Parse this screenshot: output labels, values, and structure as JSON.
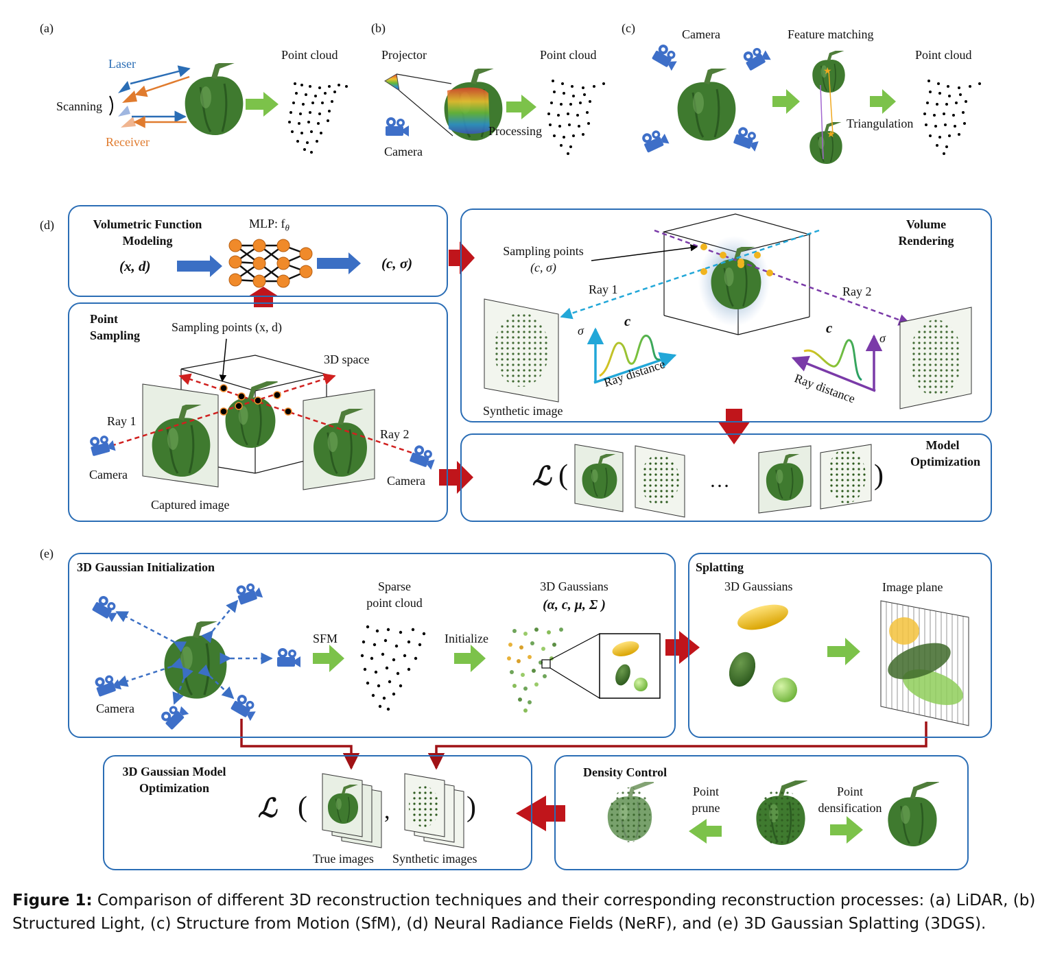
{
  "colors": {
    "box_border": "#2a6db5",
    "green_arrow": "#7cc24a",
    "red_arrow": "#c0151b",
    "blue_arrow": "#3b6fc4",
    "camera": "#3e6fc8",
    "node": "#f08a2a",
    "laser": "#2a6db5",
    "receiver": "#e07b2e",
    "pepper": "#3f7a2f"
  },
  "panel_a": {
    "label": "(a)",
    "laser": "Laser",
    "scanning": "Scanning",
    "receiver": "Receiver",
    "point_cloud": "Point cloud"
  },
  "panel_b": {
    "label": "(b)",
    "projector": "Projector",
    "camera": "Camera",
    "processing": "Processing",
    "point_cloud": "Point cloud"
  },
  "panel_c": {
    "label": "(c)",
    "camera": "Camera",
    "feature_matching": "Feature matching",
    "triangulation": "Triangulation",
    "point_cloud": "Point cloud"
  },
  "panel_d": {
    "label": "(d)",
    "vfm_title_1": "Volumetric Function",
    "vfm_title_2": "Modeling",
    "mlp": "MLP: f",
    "mlp_sub": "θ",
    "input": "(x, d)",
    "output": "(c, σ)",
    "ps_title_1": "Point",
    "ps_title_2": "Sampling",
    "sampling_points_xd": "Sampling points (x, d)",
    "space": "3D space",
    "ray1": "Ray 1",
    "ray2": "Ray 2",
    "camera": "Camera",
    "captured_image": "Captured image",
    "vr_title_1": "Volume",
    "vr_title_2": "Rendering",
    "sampling_points_cs_1": "Sampling points",
    "sampling_points_cs_2": "(c, σ)",
    "sigma": "σ",
    "c": "c",
    "ray_distance": "Ray distance",
    "synthetic_image": "Synthetic image",
    "mo_title_1": "Model",
    "mo_title_2": "Optimization",
    "loss": "ℒ",
    "ellipsis": "…"
  },
  "panel_e": {
    "label": "(e)",
    "init_title": "3D Gaussian Initialization",
    "camera": "Camera",
    "sfm": "SFM",
    "sparse_1": "Sparse",
    "sparse_2": "point cloud",
    "initialize": "Initialize",
    "gaussians_1": "3D Gaussians",
    "gaussians_2": "(α, c, μ, Σ )",
    "splatting_title": "Splatting",
    "splat_gaussians": "3D Gaussians",
    "image_plane": "Image plane",
    "opt_title_1": "3D Gaussian Model",
    "opt_title_2": "Optimization",
    "loss": "ℒ",
    "true_images": "True images",
    "synthetic_images": "Synthetic images",
    "density_title": "Density Control",
    "prune_1": "Point",
    "prune_2": "prune",
    "dens_1": "Point",
    "dens_2": "densification"
  },
  "caption": {
    "label": "Figure 1:",
    "text": " Comparison of different 3D reconstruction techniques and their corresponding reconstruction processes: (a) LiDAR, (b) Structured Light, (c) Structure from Motion (SfM), (d) Neural Radiance Fields (NeRF), and (e) 3D Gaussian Splatting (3DGS)."
  }
}
